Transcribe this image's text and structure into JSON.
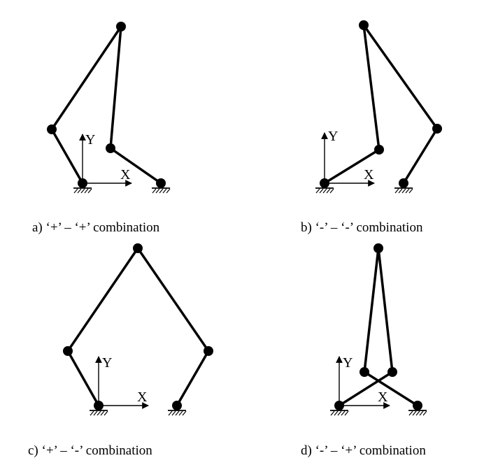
{
  "panels": [
    {
      "caption": "a)  ‘+’ – ‘+’ combination",
      "axis_x_label": "X",
      "axis_y_label": "Y"
    },
    {
      "caption": "b)  ‘-’ – ‘-’ combination",
      "axis_x_label": "X",
      "axis_y_label": "Y"
    },
    {
      "caption": "c)  ‘+’ – ‘-’ combination",
      "axis_x_label": "X",
      "axis_y_label": "Y"
    },
    {
      "caption": "d)  ‘-’ – ‘+’ combination",
      "axis_x_label": "X",
      "axis_y_label": "Y"
    }
  ]
}
